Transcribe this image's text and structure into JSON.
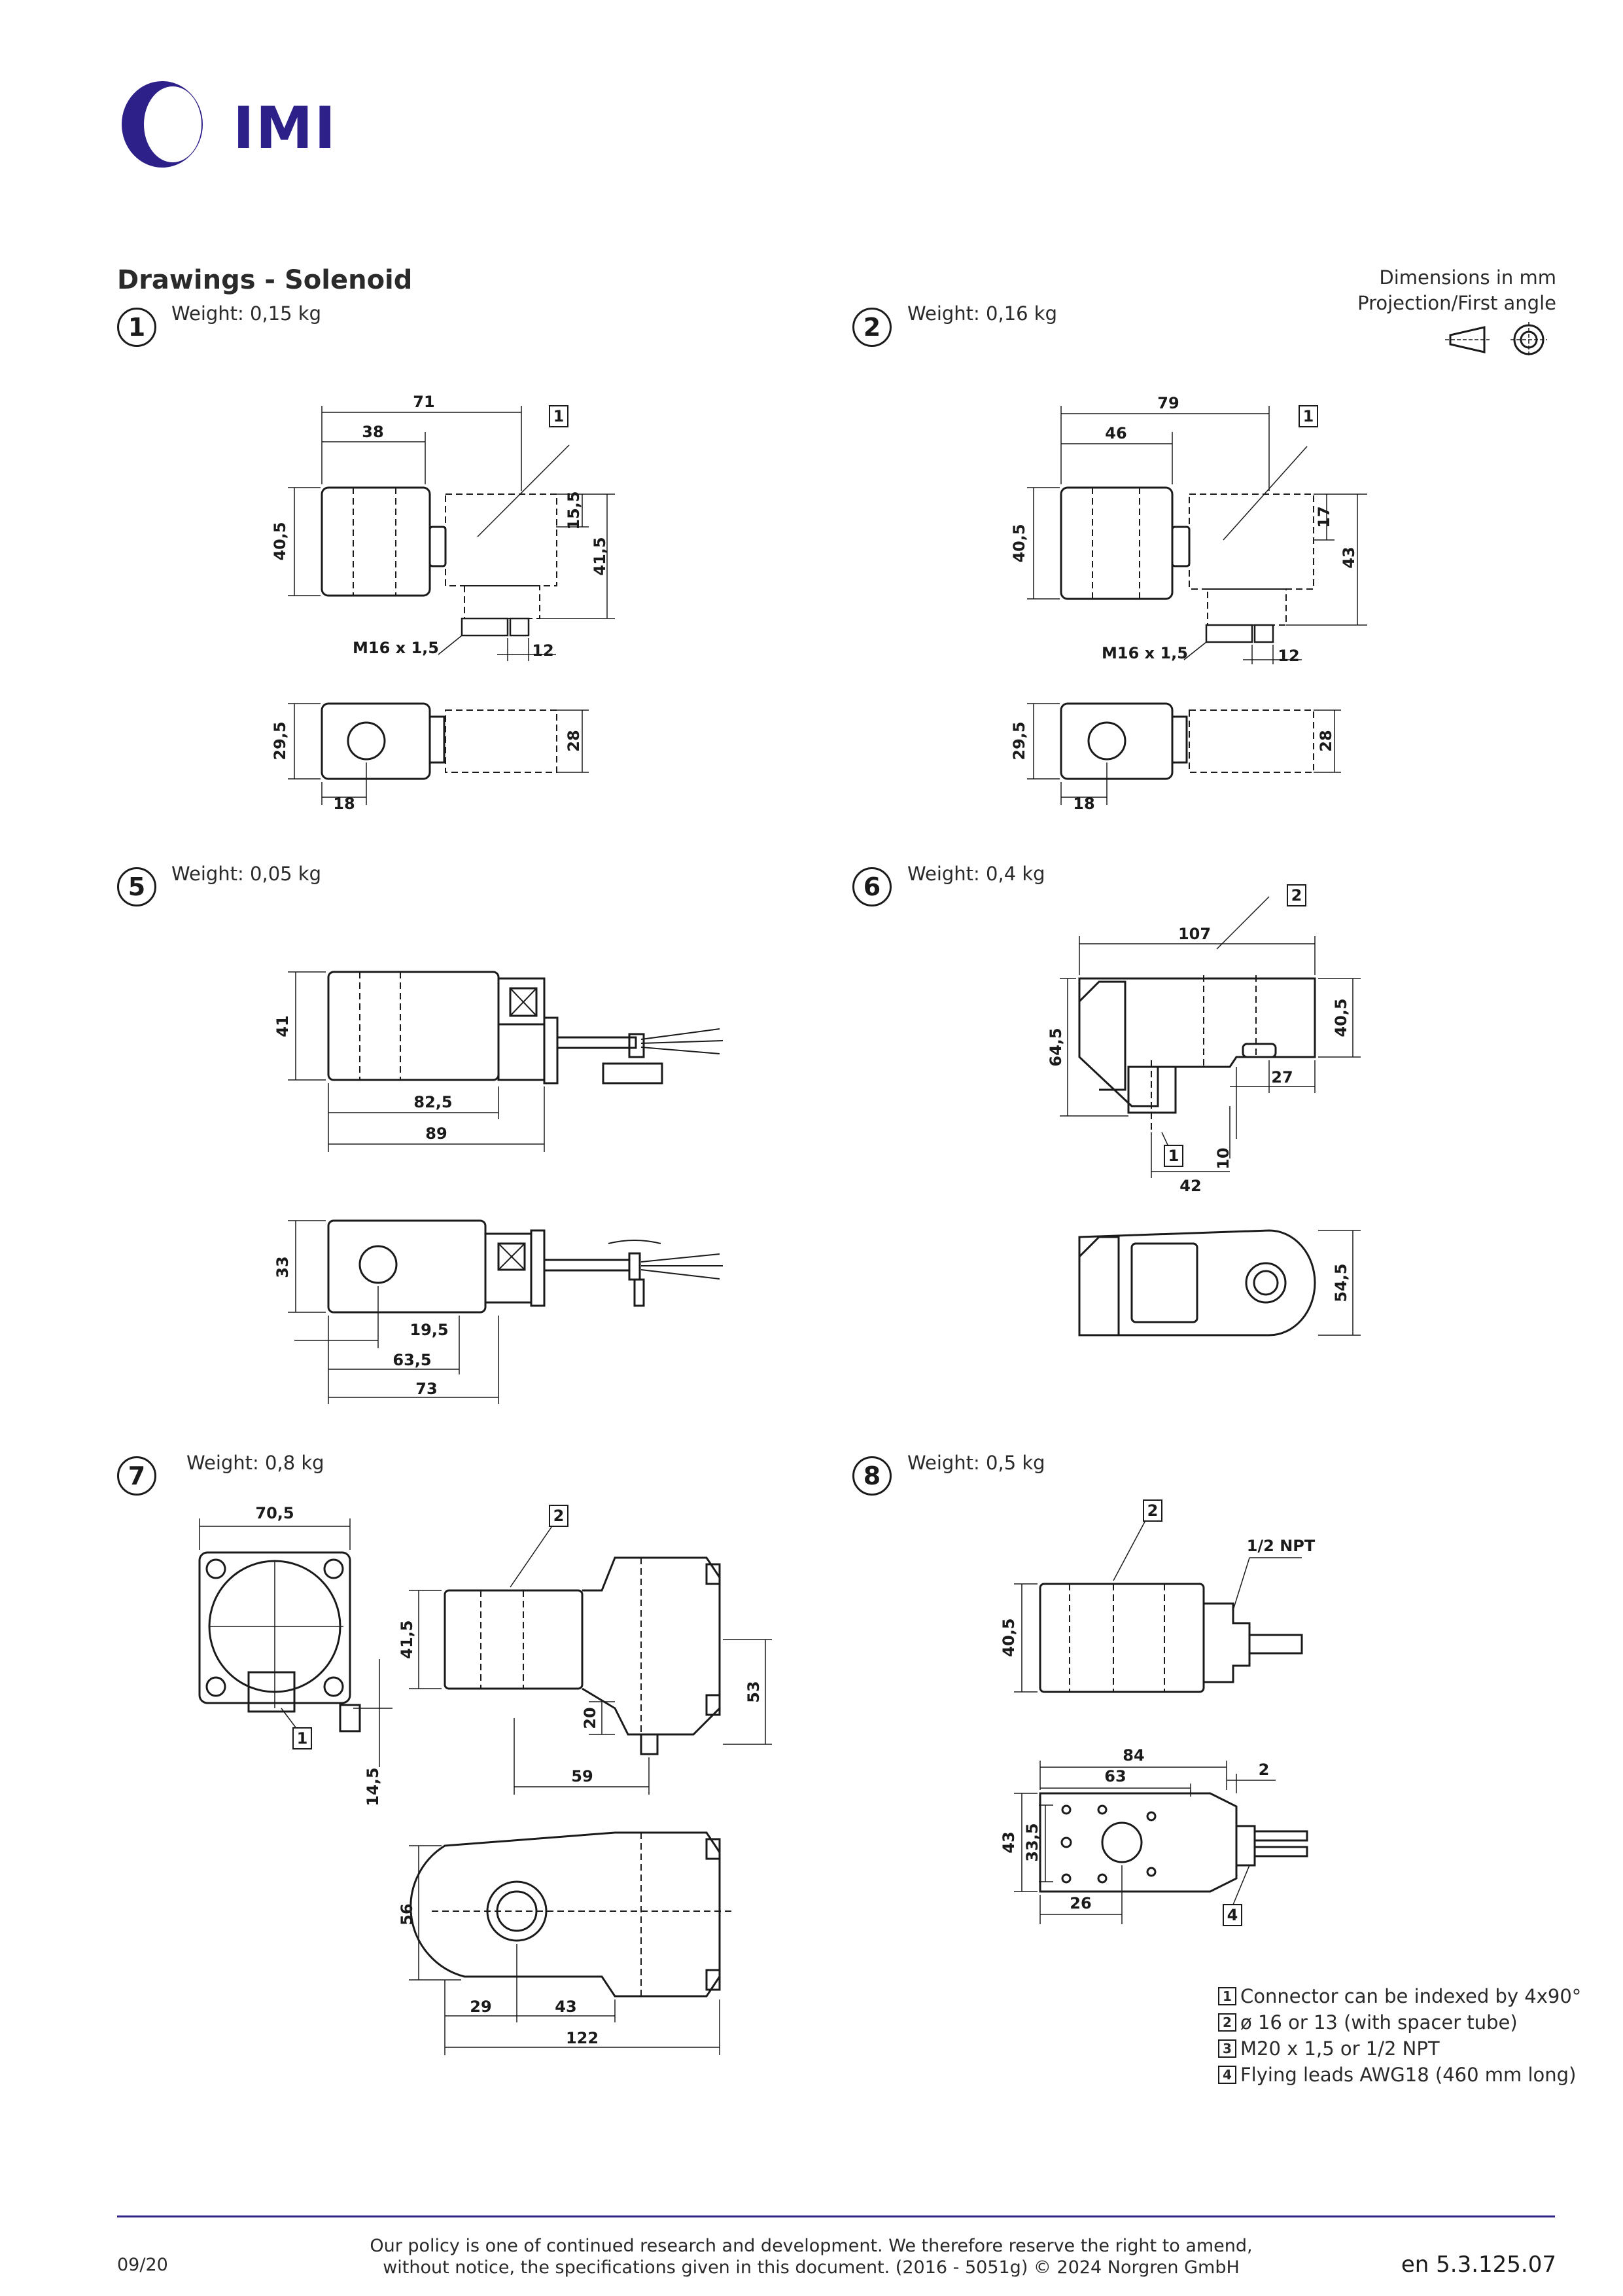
{
  "brand": {
    "logo_text": "IMI",
    "color": "#2d2089"
  },
  "header": {
    "title": "Drawings - Solenoid",
    "dims_line1": "Dimensions in mm",
    "dims_line2": "Projection/First angle"
  },
  "drawings": {
    "d1": {
      "num": "1",
      "weight": "Weight: 0,15 kg",
      "dims": [
        "71",
        "38",
        "40,5",
        "15,5",
        "41,5",
        "M16 x 1,5",
        "12",
        "29,5",
        "28",
        "18"
      ],
      "callout": "1"
    },
    "d2": {
      "num": "2",
      "weight": "Weight: 0,16 kg",
      "dims": [
        "79",
        "46",
        "40,5",
        "17",
        "43",
        "M16 x 1,5",
        "12",
        "29,5",
        "28",
        "18"
      ],
      "callout": "1"
    },
    "d5": {
      "num": "5",
      "weight": "Weight: 0,05 kg",
      "dims": [
        "41",
        "82,5",
        "89",
        "33",
        "19,5",
        "63,5",
        "73"
      ]
    },
    "d6": {
      "num": "6",
      "weight": "Weight: 0,4 kg",
      "dims": [
        "107",
        "64,5",
        "40,5",
        "27",
        "10",
        "42",
        "54,5"
      ],
      "callouts": [
        "2",
        "1"
      ]
    },
    "d7": {
      "num": "7",
      "weight": "Weight: 0,8 kg",
      "dims": [
        "70,5",
        "41,5",
        "20",
        "53",
        "59",
        "14,5",
        "56",
        "29",
        "43",
        "122"
      ],
      "callouts": [
        "2",
        "1"
      ]
    },
    "d8": {
      "num": "8",
      "weight": "Weight: 0,5 kg",
      "dims": [
        "1/2 NPT",
        "40,5",
        "84",
        "63",
        "2",
        "43",
        "33,5",
        "26"
      ],
      "callouts": [
        "2",
        "4"
      ]
    }
  },
  "notes": [
    {
      "num": "1",
      "text": "Connector can be indexed by 4x90°"
    },
    {
      "num": "2",
      "text": "ø 16 or 13 (with spacer tube)"
    },
    {
      "num": "3",
      "text": "M20 x 1,5 or 1/2 NPT"
    },
    {
      "num": "4",
      "text": "Flying leads AWG18 (460 mm long)"
    }
  ],
  "footer": {
    "date": "09/20",
    "policy_line1": "Our policy is one of continued research and development. We therefore reserve the right to amend,",
    "policy_line2": "without notice, the specifications given in this document. (2016 - 5051g) © 2024 Norgren GmbH",
    "doc_ref": "en 5.3.125.07"
  }
}
